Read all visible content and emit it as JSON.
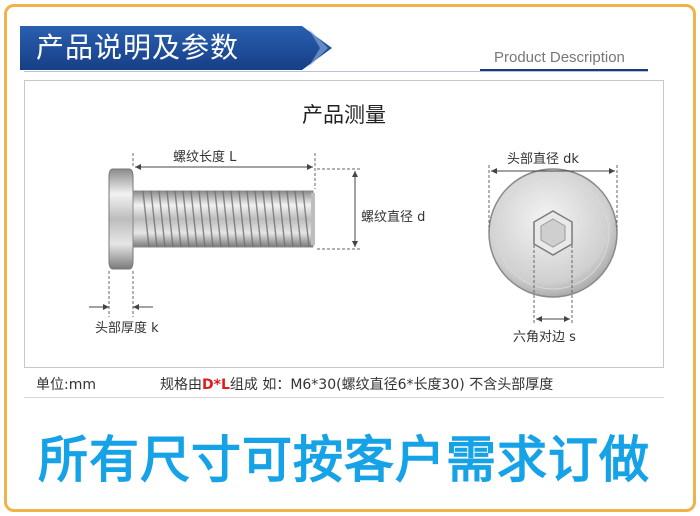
{
  "header": {
    "title": "产品说明及参数",
    "subtitle_en": "Product Description"
  },
  "panel": {
    "title": "产品测量",
    "labels": {
      "thread_length": "螺纹长度 L",
      "thread_diameter": "螺纹直径 d",
      "head_thickness": "头部厚度 k",
      "head_diameter": "头部直径 dk",
      "hex_width": "六角对边 s"
    }
  },
  "info": {
    "unit": "单位:mm",
    "spec_prefix": "规格由",
    "spec_highlight": "D*L",
    "spec_suffix": "组成 如：M6*30(螺纹直径6*长度30) 不含头部厚度"
  },
  "footer": {
    "slogan": "所有尺寸可按客户需求订做"
  },
  "colors": {
    "ribbon": "#1a4a96",
    "frame": "#f0b34a",
    "slogan": "#16a2e6",
    "highlight": "#e4191c"
  }
}
